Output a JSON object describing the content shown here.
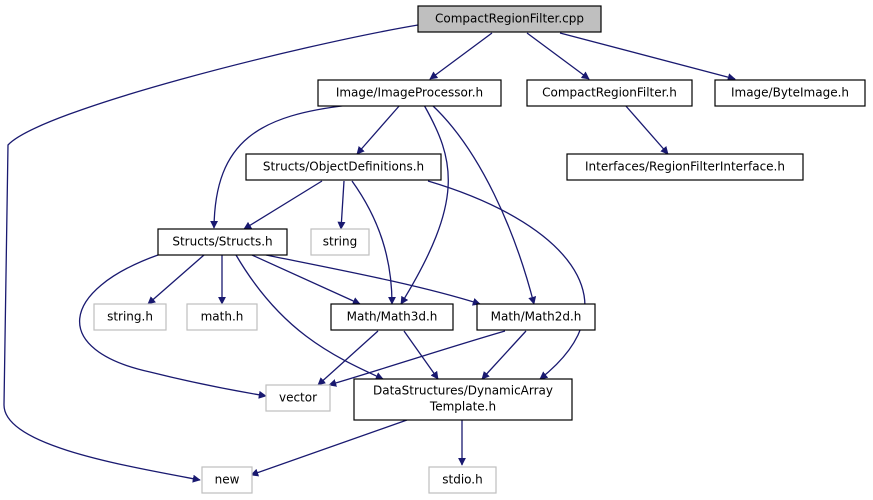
{
  "colors": {
    "edge": "#191970",
    "root_fill": "#bfbfbf",
    "system_border": "#bfbfbf"
  },
  "nodes": {
    "root": "CompactRegionFilter.cpp",
    "imageprocessor": "Image/ImageProcessor.h",
    "compactregionfilter_h": "CompactRegionFilter.h",
    "byteimage": "Image/ByteImage.h",
    "objectdefinitions": "Structs/ObjectDefinitions.h",
    "regionfilterinterface": "Interfaces/RegionFilterInterface.h",
    "structs": "Structs/Structs.h",
    "string": "string",
    "string_h": "string.h",
    "math_h": "math.h",
    "math3d": "Math/Math3d.h",
    "math2d": "Math/Math2d.h",
    "vector": "vector",
    "dynamicarray_line1": "DataStructures/DynamicArray",
    "dynamicarray_line2": "Template.h",
    "new": "new",
    "stdio": "stdio.h"
  }
}
